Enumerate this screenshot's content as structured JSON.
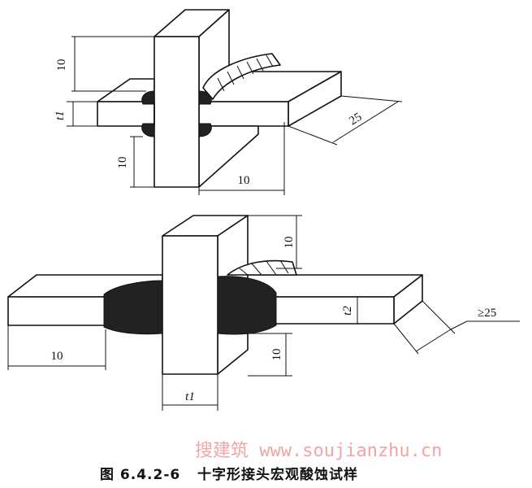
{
  "figure": {
    "caption_number": "图 6.4.2-6",
    "caption_title": "十字形接头宏观酸蚀试样",
    "watermark": "搜建筑 www.soujianzhu.cn"
  },
  "top_view_dimensions": {
    "vertical_height_top": "10",
    "plate_thickness": "t1",
    "vertical_height_bottom": "10",
    "width": "10",
    "depth": "25"
  },
  "bottom_view_dimensions": {
    "vertical_height_top": "10",
    "left_length": "10",
    "right_plate_thickness": "t2",
    "vertical_height_bottom": "10",
    "center_thickness": "t1",
    "min_length": "≥25"
  }
}
